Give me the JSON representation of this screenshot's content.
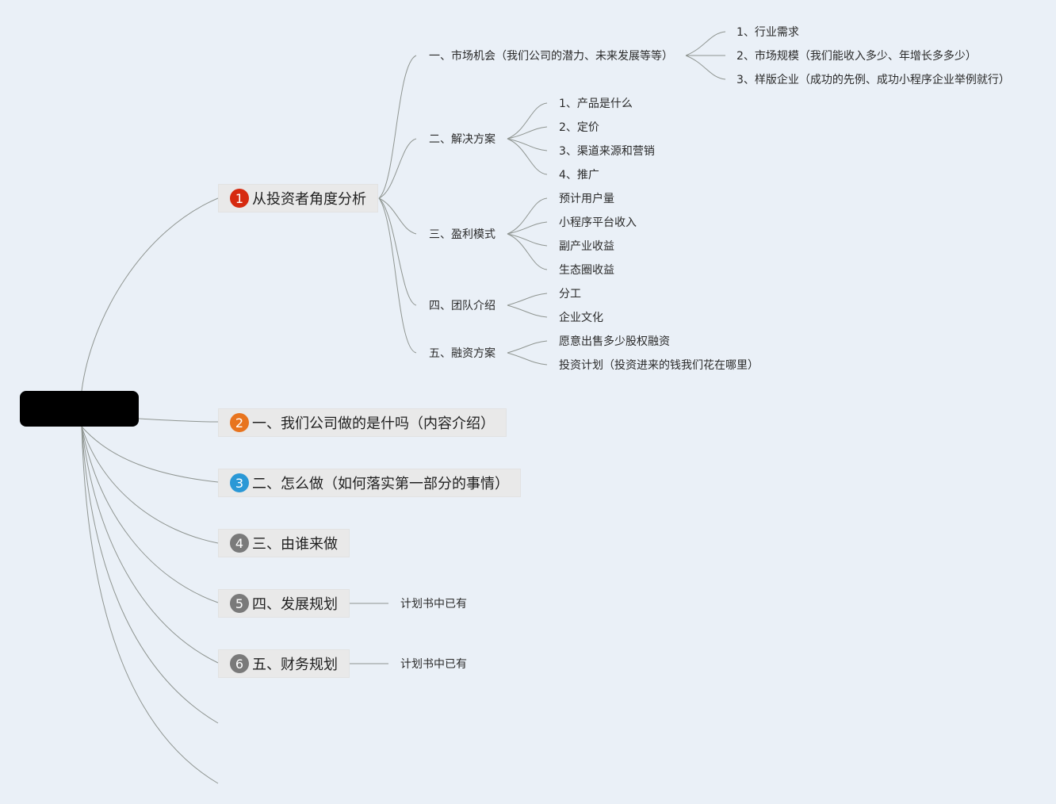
{
  "main_topics": [
    {
      "number": "1",
      "label": "从投资者角度分析",
      "badge_color": "#d62a10"
    },
    {
      "number": "2",
      "label": "一、我们公司做的是什吗（内容介绍）",
      "badge_color": "#e8741e"
    },
    {
      "number": "3",
      "label": "二、怎么做（如何落实第一部分的事情）",
      "badge_color": "#2a98d6"
    },
    {
      "number": "4",
      "label": "三、由谁来做",
      "badge_color": "#7a7a7a"
    },
    {
      "number": "5",
      "label": "四、发展规划",
      "badge_color": "#7a7a7a"
    },
    {
      "number": "6",
      "label": "五、财务规划",
      "badge_color": "#7a7a7a"
    }
  ],
  "investor_branch": {
    "sections": [
      {
        "label": "一、市场机会（我们公司的潜力、未来发展等等）",
        "children": [
          "1、行业需求",
          "2、市场规模（我们能收入多少、年增长多多少）",
          "3、样版企业（成功的先例、成功小程序企业举例就行）"
        ]
      },
      {
        "label": "二、解决方案",
        "children": [
          "1、产品是什么",
          "2、定价",
          "3、渠道来源和营销",
          "4、推广"
        ]
      },
      {
        "label": "三、盈利模式",
        "children": [
          "预计用户量",
          "小程序平台收入",
          "副产业收益",
          "生态圈收益"
        ]
      },
      {
        "label": "四、团队介绍",
        "children": [
          "分工",
          "企业文化"
        ]
      },
      {
        "label": "五、融资方案",
        "children": [
          "愿意出售多少股权融资",
          "投资计划（投资进来的钱我们花在哪里）"
        ]
      }
    ]
  },
  "development_note": "计划书中已有",
  "finance_note": "计划书中已有"
}
